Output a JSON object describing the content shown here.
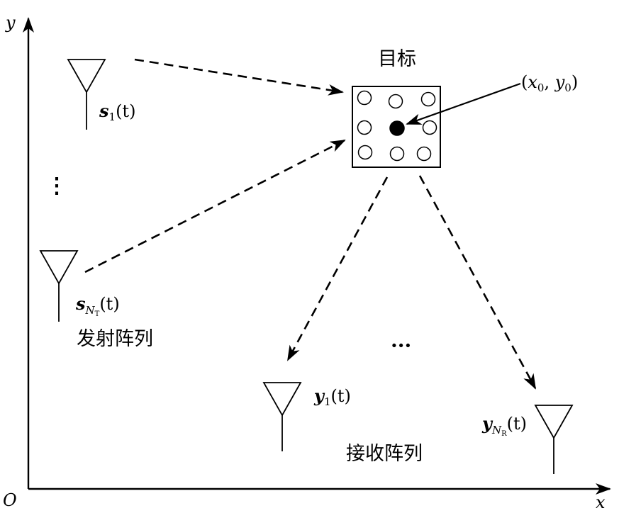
{
  "axes": {
    "origin": "O",
    "x": "x",
    "y": "y"
  },
  "target": {
    "label": "目标",
    "coord_x": "x",
    "coord_x_sub": "0",
    "coord_y": "y",
    "coord_y_sub": "0"
  },
  "transmit": {
    "label": "发射阵列",
    "s1": {
      "sym": "s",
      "sub": "1",
      "arg": "(t)"
    },
    "sN": {
      "sym": "s",
      "sub": "N",
      "subsub": "T",
      "arg": "(t)"
    },
    "ellipsis": "⋮"
  },
  "receive": {
    "label": "接收阵列",
    "y1": {
      "sym": "y",
      "sub": "1",
      "arg": "(t)"
    },
    "yN": {
      "sym": "y",
      "sub": "N",
      "subsub": "R",
      "arg": "(t)"
    },
    "ellipsis": "···"
  }
}
